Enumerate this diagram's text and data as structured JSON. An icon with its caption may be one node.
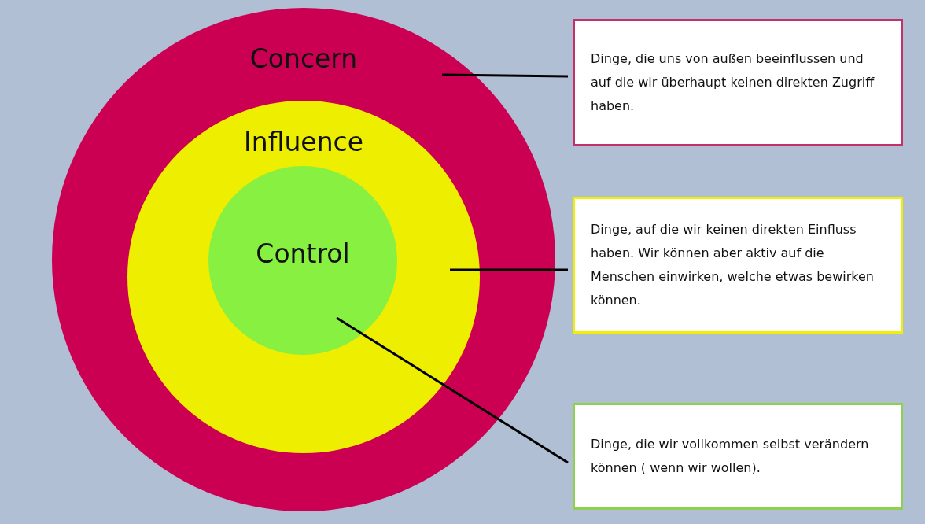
{
  "diagram": {
    "nodes": [
      {
        "text": [
          "Concern"
        ]
      },
      {
        "text": [
          "Influence"
        ],
        "in": 0
      },
      {
        "text": [
          "Control"
        ],
        "in": 1
      },
      {
        "text": [
          "Dinge, die uns von außen beeinflussen und auf die wir überhaupt keinen direkten Zugriff haben."
        ]
      },
      {
        "text": [
          "Dinge, auf die wir keinen direkten Einfluss haben. Wir können aber aktiv auf die Menschen einwirken, welche etwas bewirken können."
        ]
      },
      {
        "text": [
          "Dinge, die wir vollkommen selbst verändern können ( wenn wir wollen)."
        ]
      }
    ],
    "edges": [
      {
        "from": 3,
        "to": 0,
        "arrow": "none"
      },
      {
        "from": 4,
        "to": 1,
        "arrow": "none"
      },
      {
        "from": 5,
        "to": 2,
        "arrow": "none"
      }
    ]
  }
}
